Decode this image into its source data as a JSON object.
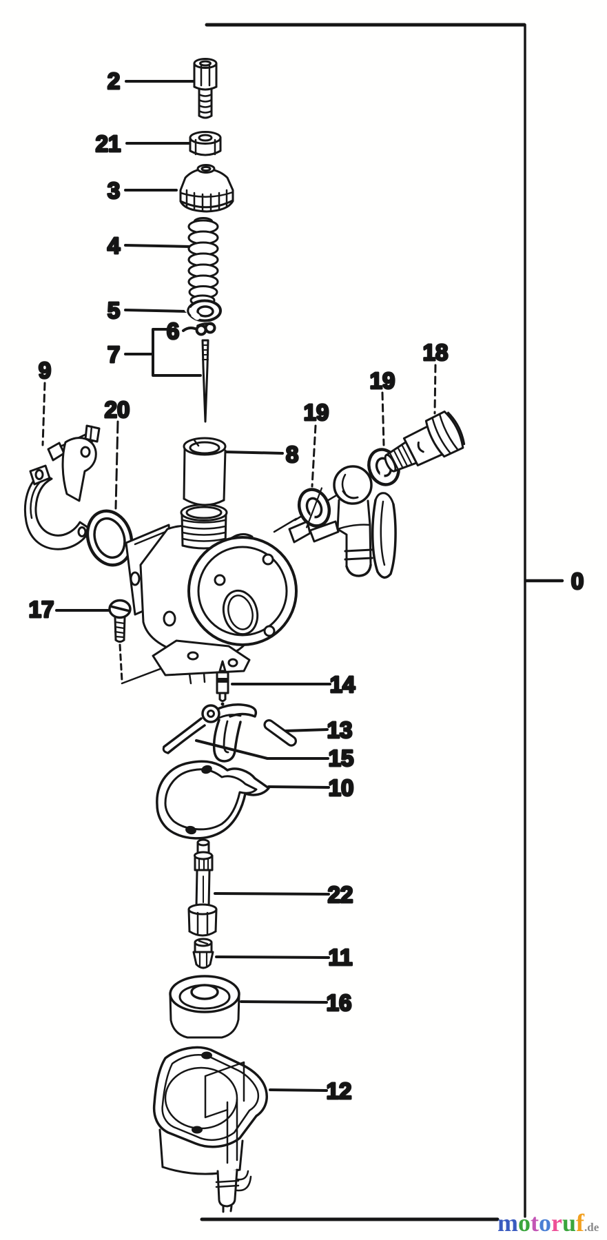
{
  "figure": {
    "type": "exploded-parts-diagram",
    "subject": "carburetor assembly",
    "background_color": "#ffffff",
    "line_color": "#161616"
  },
  "callouts": {
    "c0": "0",
    "c2": "2",
    "c3": "3",
    "c4": "4",
    "c5": "5",
    "c6": "6",
    "c7": "7",
    "c8": "8",
    "c9": "9",
    "c10": "10",
    "c11": "11",
    "c12": "12",
    "c13": "13",
    "c14": "14",
    "c15": "15",
    "c16": "16",
    "c17": "17",
    "c18": "18",
    "c19a": "19",
    "c19b": "19",
    "c20": "20",
    "c21": "21",
    "c22": "22"
  },
  "watermark": {
    "text": "motoruf.de",
    "letters": [
      {
        "ch": "m",
        "color": "#3a5bbf"
      },
      {
        "ch": "o",
        "color": "#3aa53c"
      },
      {
        "ch": "t",
        "color": "#c355b5"
      },
      {
        "ch": "o",
        "color": "#4a7fd4"
      },
      {
        "ch": "r",
        "color": "#ee5097"
      },
      {
        "ch": "u",
        "color": "#3aa53c"
      },
      {
        "ch": "f",
        "color": "#f2a01f"
      }
    ],
    "suffix": {
      "ch": ".de",
      "color": "#8a8a8a"
    }
  }
}
